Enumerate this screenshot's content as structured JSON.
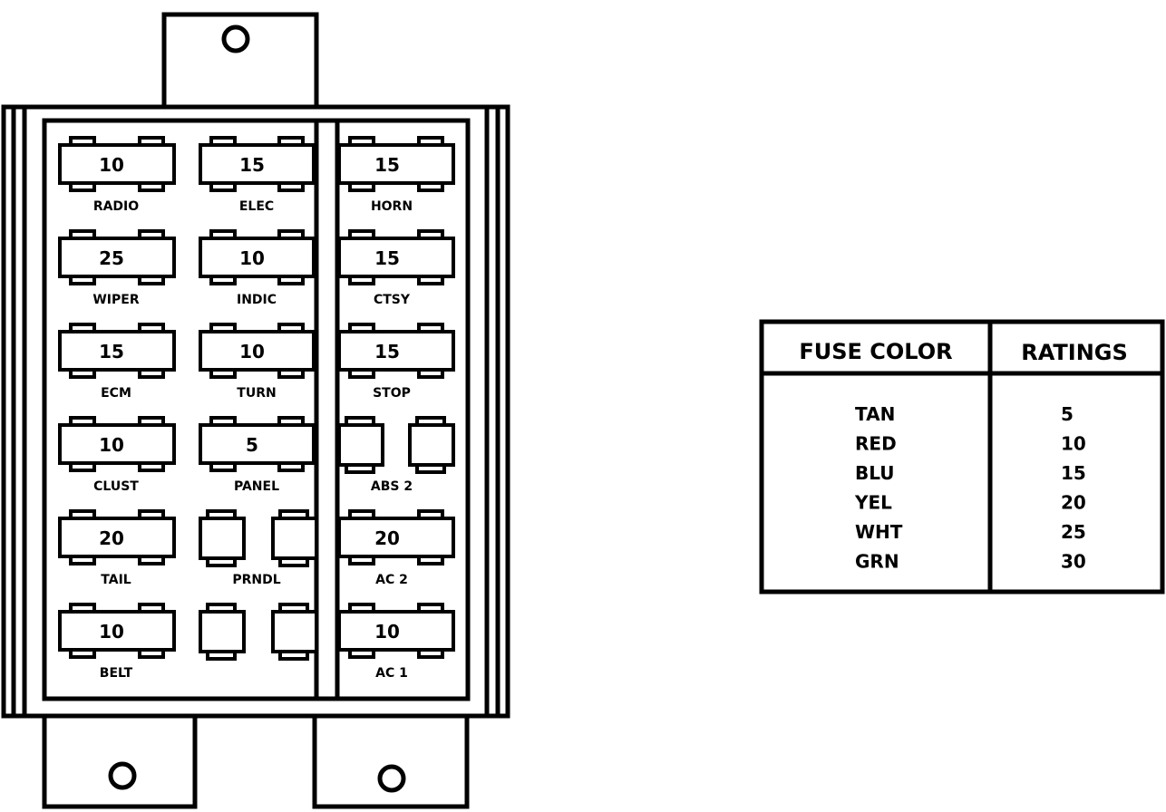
{
  "fuse_box": {
    "slots": [
      {
        "rating": "10",
        "label": "RADIO"
      },
      {
        "rating": "15",
        "label": "ELEC"
      },
      {
        "rating": "15",
        "label": "HORN"
      },
      {
        "rating": "25",
        "label": "WIPER"
      },
      {
        "rating": "10",
        "label": "INDIC"
      },
      {
        "rating": "15",
        "label": "CTSY"
      },
      {
        "rating": "15",
        "label": "ECM"
      },
      {
        "rating": "10",
        "label": "TURN"
      },
      {
        "rating": "15",
        "label": "STOP"
      },
      {
        "rating": "10",
        "label": "CLUST"
      },
      {
        "rating": "5",
        "label": "PANEL"
      },
      {
        "rating": "",
        "label": "ABS 2"
      },
      {
        "rating": "20",
        "label": "TAIL"
      },
      {
        "rating": "",
        "label": "PRNDL"
      },
      {
        "rating": "20",
        "label": "AC 2"
      },
      {
        "rating": "10",
        "label": "BELT"
      },
      {
        "rating": "",
        "label": ""
      },
      {
        "rating": "10",
        "label": "AC 1"
      }
    ]
  },
  "legend_table": {
    "headers": [
      "FUSE COLOR",
      "RATINGS"
    ],
    "rows": [
      {
        "color": "TAN",
        "rating": "5"
      },
      {
        "color": "RED",
        "rating": "10"
      },
      {
        "color": "BLU",
        "rating": "15"
      },
      {
        "color": "YEL",
        "rating": "20"
      },
      {
        "color": "WHT",
        "rating": "25"
      },
      {
        "color": "GRN",
        "rating": "30"
      }
    ]
  }
}
